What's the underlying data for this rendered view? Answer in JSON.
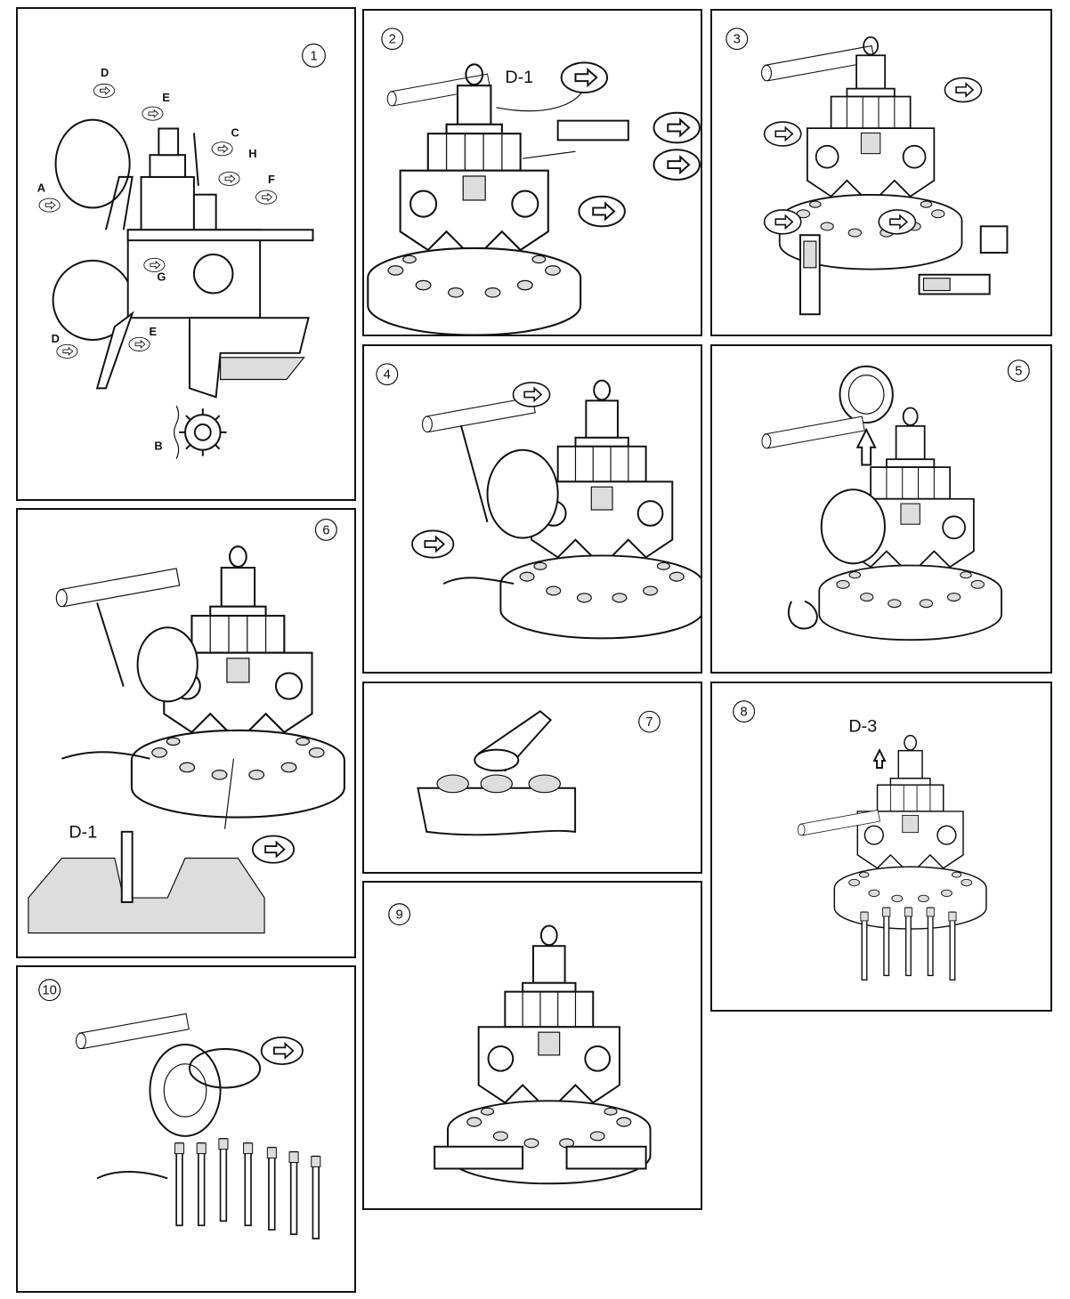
{
  "panels": [
    {
      "id": "p1",
      "number": "1",
      "labels": [
        "D",
        "E",
        "C",
        "H",
        "F",
        "A",
        "G",
        "D",
        "E",
        "B"
      ]
    },
    {
      "id": "p2",
      "number": "2",
      "labels": [
        "D-1"
      ]
    },
    {
      "id": "p3",
      "number": "3",
      "labels": []
    },
    {
      "id": "p4",
      "number": "4",
      "labels": []
    },
    {
      "id": "p5",
      "number": "5",
      "labels": []
    },
    {
      "id": "p6",
      "number": "6",
      "labels": [
        "D-1"
      ]
    },
    {
      "id": "p7",
      "number": "7",
      "labels": []
    },
    {
      "id": "p8",
      "number": "8",
      "labels": [
        "D-3"
      ]
    },
    {
      "id": "p9",
      "number": "9",
      "labels": []
    },
    {
      "id": "p10",
      "number": "10",
      "labels": []
    }
  ]
}
